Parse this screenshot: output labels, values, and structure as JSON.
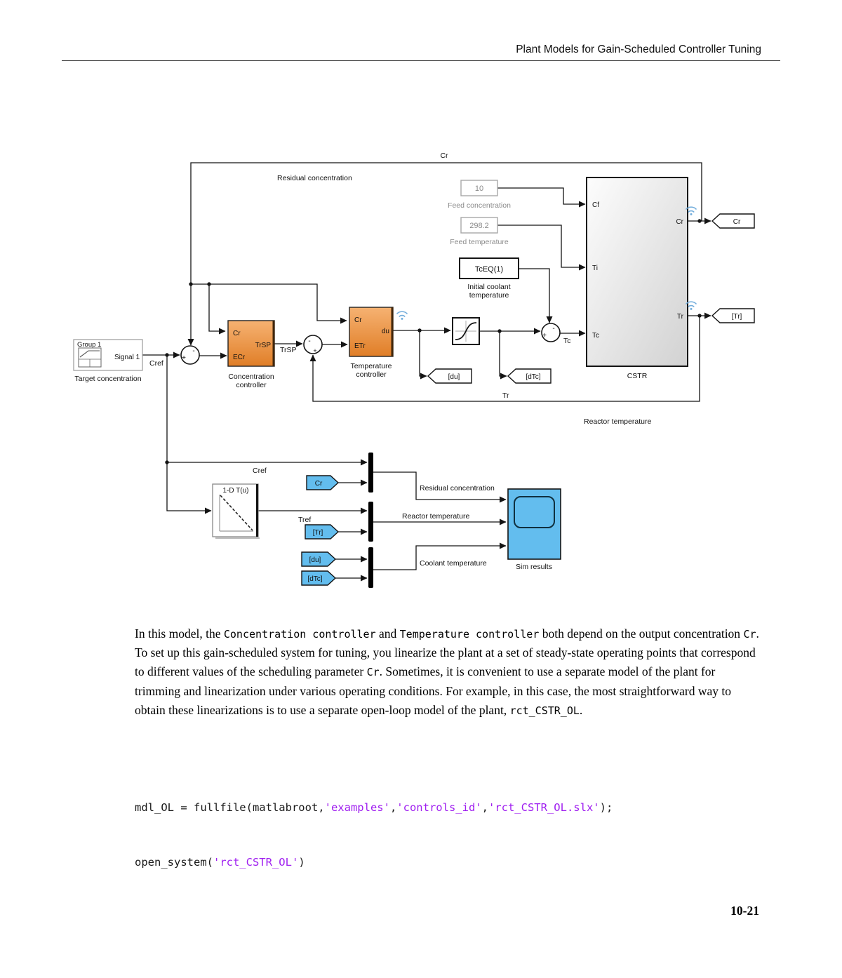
{
  "header": {
    "title": "Plant Models for Gain-Scheduled Controller Tuning"
  },
  "footer": {
    "page_number": "10-21"
  },
  "diagram": {
    "sum_signs": {
      "plus": "+",
      "minus": "-"
    },
    "signal_builder": {
      "group": "Group 1",
      "signal": "Signal 1",
      "caption": "Target concentration"
    },
    "blocks": {
      "feed_concentration": {
        "value": "10",
        "caption": "Feed concentration"
      },
      "feed_temperature": {
        "value": "298.2",
        "caption": "Feed temperature"
      },
      "initial_coolant": {
        "value": "TcEQ(1)",
        "caption1": "Initial coolant",
        "caption2": "temperature"
      },
      "concentration_controller": {
        "line1": "Concentration",
        "line2": "controller",
        "port_cr": "Cr",
        "port_ecr": "ECr",
        "port_trsp": "TrSP"
      },
      "temperature_controller": {
        "line1": "Temperature",
        "line2": "controller",
        "port_cr": "Cr",
        "port_etr": "ETr",
        "port_du": "du"
      },
      "cstr": {
        "caption": "CSTR",
        "port_cf": "Cf",
        "port_ti": "Ti",
        "port_tc": "Tc",
        "port_cr": "Cr",
        "port_tr": "Tr"
      },
      "lookup_table": {
        "caption": "1-D T(u)"
      },
      "scope": {
        "caption": "Sim results"
      }
    },
    "tags": {
      "goto_cr": "Cr",
      "goto_tr": "[Tr]",
      "goto_du": "[du]",
      "goto_dtc": "[dTc]",
      "from_cr": "Cr",
      "from_tr": "[Tr]",
      "from_du": "[du]",
      "from_dtc": "[dTc]"
    },
    "wire_labels": {
      "cr_top": "Cr",
      "residual_top": "Residual concentration",
      "cref_main": "Cref",
      "cref_lower": "Cref",
      "trsp": "TrSP",
      "tc": "Tc",
      "tr": "Tr",
      "tref": "Tref",
      "reactor_bottom": "Reactor temperature",
      "mux1_out": "Residual concentration",
      "mux2_out": "Reactor temperature",
      "mux3_out": "Coolant temperature"
    }
  },
  "paragraph": {
    "segments": [
      {
        "t": "In this model, the "
      },
      {
        "t": "Concentration controller",
        "c": "mono"
      },
      {
        "t": " and "
      },
      {
        "t": "Temperature controller",
        "c": "mono"
      },
      {
        "t": " both depend on the output concentration "
      },
      {
        "t": "Cr",
        "c": "mono"
      },
      {
        "t": ". To set up this gain-scheduled system for tuning, you linearize the plant at a set of steady-state operating points that correspond to different values of the scheduling parameter "
      },
      {
        "t": "Cr",
        "c": "mono"
      },
      {
        "t": ". Sometimes, it is convenient to use a separate model of the plant for trimming and linearization under various operating conditions. For example, in this case, the most straightforward way to obtain these linearizations is to use a separate open-loop model of the plant, "
      },
      {
        "t": "rct_CSTR_OL",
        "c": "mono"
      },
      {
        "t": "."
      }
    ]
  },
  "code": {
    "lines": [
      [
        {
          "t": "mdl_OL = fullfile(matlabroot,"
        },
        {
          "t": "'examples'",
          "c": "str"
        },
        {
          "t": ","
        },
        {
          "t": "'controls_id'",
          "c": "str"
        },
        {
          "t": ","
        },
        {
          "t": "'rct_CSTR_OL.slx'",
          "c": "str"
        },
        {
          "t": ");"
        }
      ],
      [
        {
          "t": "open_system("
        },
        {
          "t": "'rct_CSTR_OL'",
          "c": "str"
        },
        {
          "t": ")"
        }
      ]
    ]
  },
  "colors": {
    "controller_orange": "#EE9A4D",
    "scope_blue": "#63BDEE",
    "string_purple": "#A020F0",
    "wireless_blue": "#74AEDC"
  }
}
